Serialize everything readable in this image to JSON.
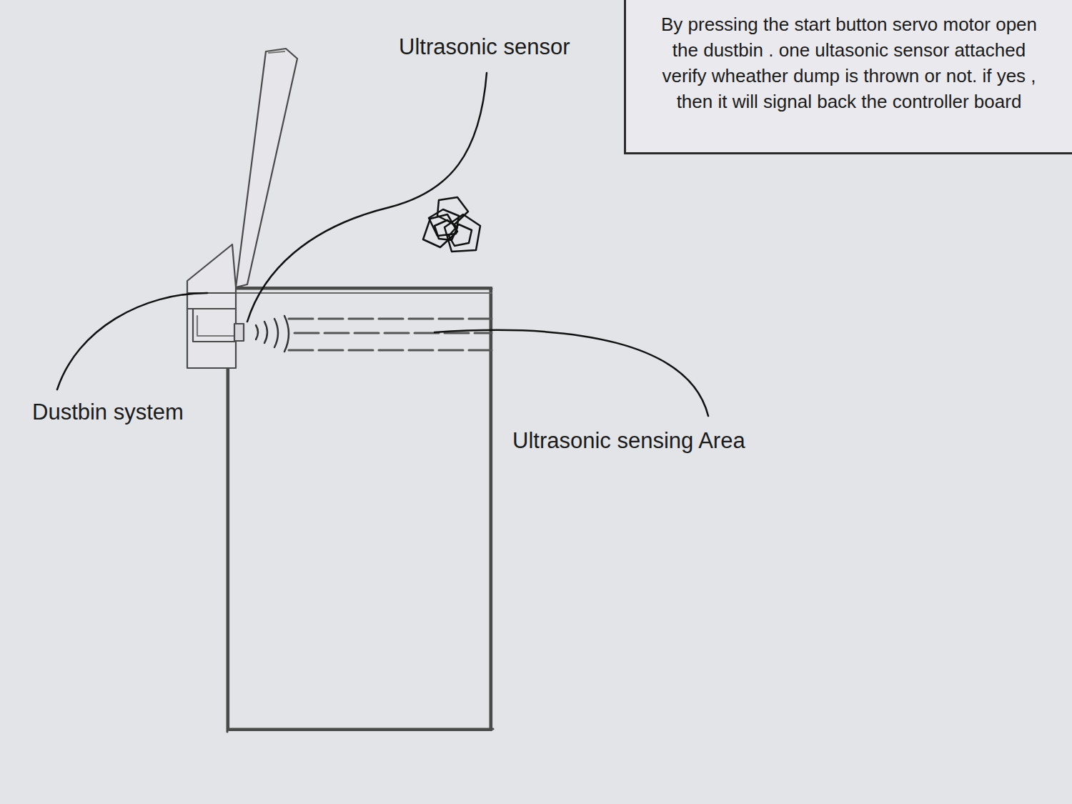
{
  "diagram": {
    "nodes": [
      {
        "text": [
          "By pressing the start button servo motor open the dustbin . one ultasonic sensor attached verify wheather dump is thrown or not. if yes , then it will signal back the controller board"
        ]
      }
    ],
    "labels": [
      "Ultrasonic sensor",
      "Dustbin system",
      "Ultrasonic sensing Area"
    ]
  }
}
